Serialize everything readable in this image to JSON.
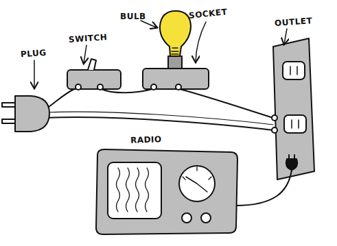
{
  "diagram": {
    "labels": [
      "PLUG",
      "SWITCH",
      "BULB",
      "SOCKET",
      "OUTLET",
      "RADIO"
    ]
  }
}
